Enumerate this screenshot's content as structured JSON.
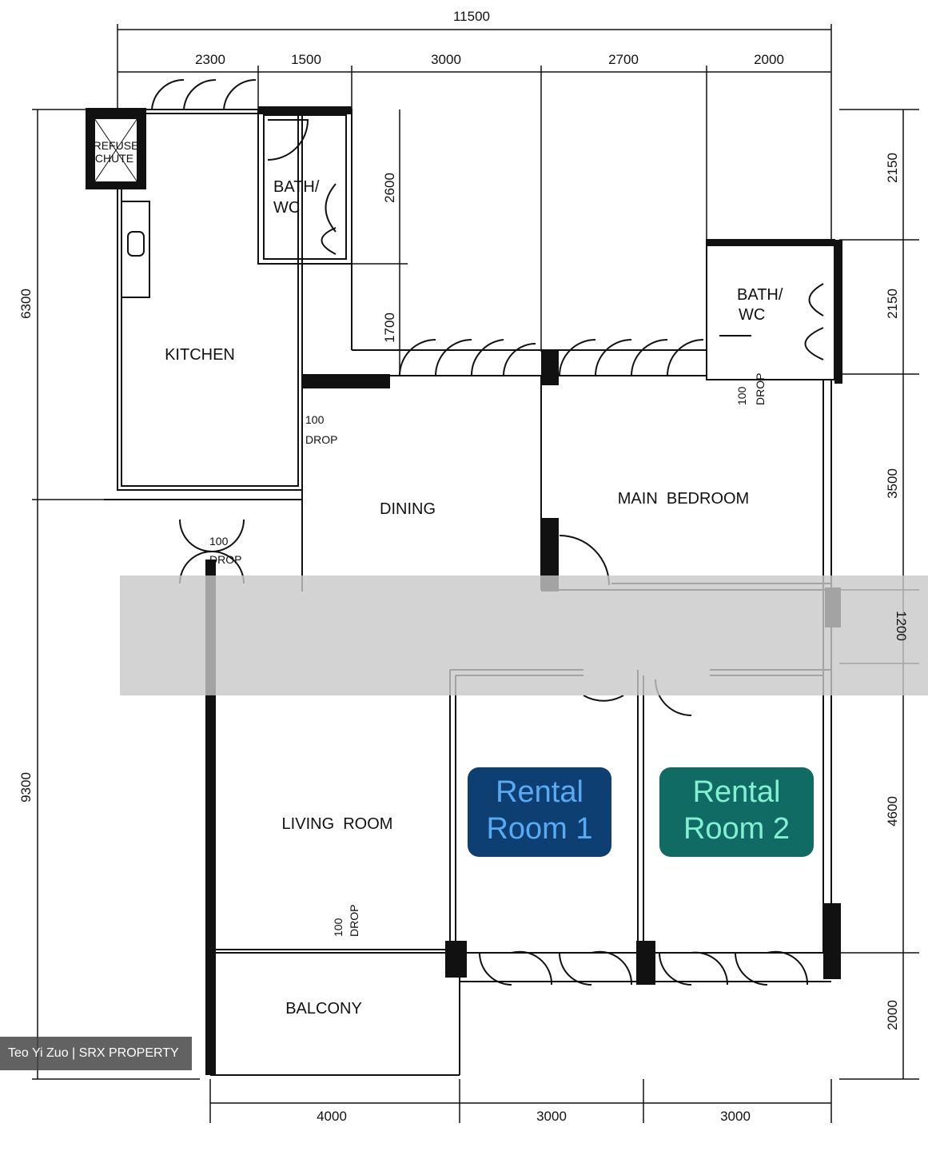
{
  "dimensions": {
    "overall_width": "11500",
    "top": [
      "2300",
      "1500",
      "3000",
      "2700",
      "2000"
    ],
    "left": [
      "6300",
      "9300"
    ],
    "right": [
      "2150",
      "2150",
      "3500",
      "1200",
      "4600",
      "2000"
    ],
    "bottom": [
      "4000",
      "3000",
      "3000"
    ],
    "inner": [
      "2600",
      "1700"
    ]
  },
  "rooms": {
    "refuse_chute": [
      "REFUSE",
      "CHUTE"
    ],
    "bath1": [
      "BATH/",
      "WC"
    ],
    "bath2": [
      "BATH/",
      "WC"
    ],
    "kitchen": "KITCHEN",
    "dining": "DINING",
    "main_bedroom": "MAIN  BEDROOM",
    "living_room": "LIVING  ROOM",
    "balcony": "BALCONY"
  },
  "drop_notes": {
    "value": "100",
    "label": "DROP"
  },
  "badges": {
    "rental_room_1": {
      "line1": "Rental",
      "line2": "Room 1",
      "bg": "#0d3f73",
      "fg": "#5aaaf2"
    },
    "rental_room_2": {
      "line1": "Rental",
      "line2": "Room 2",
      "bg": "#0f6b63",
      "fg": "#84f0d2"
    }
  },
  "watermark": "Teo Yi Zuo | SRX PROPERTY"
}
